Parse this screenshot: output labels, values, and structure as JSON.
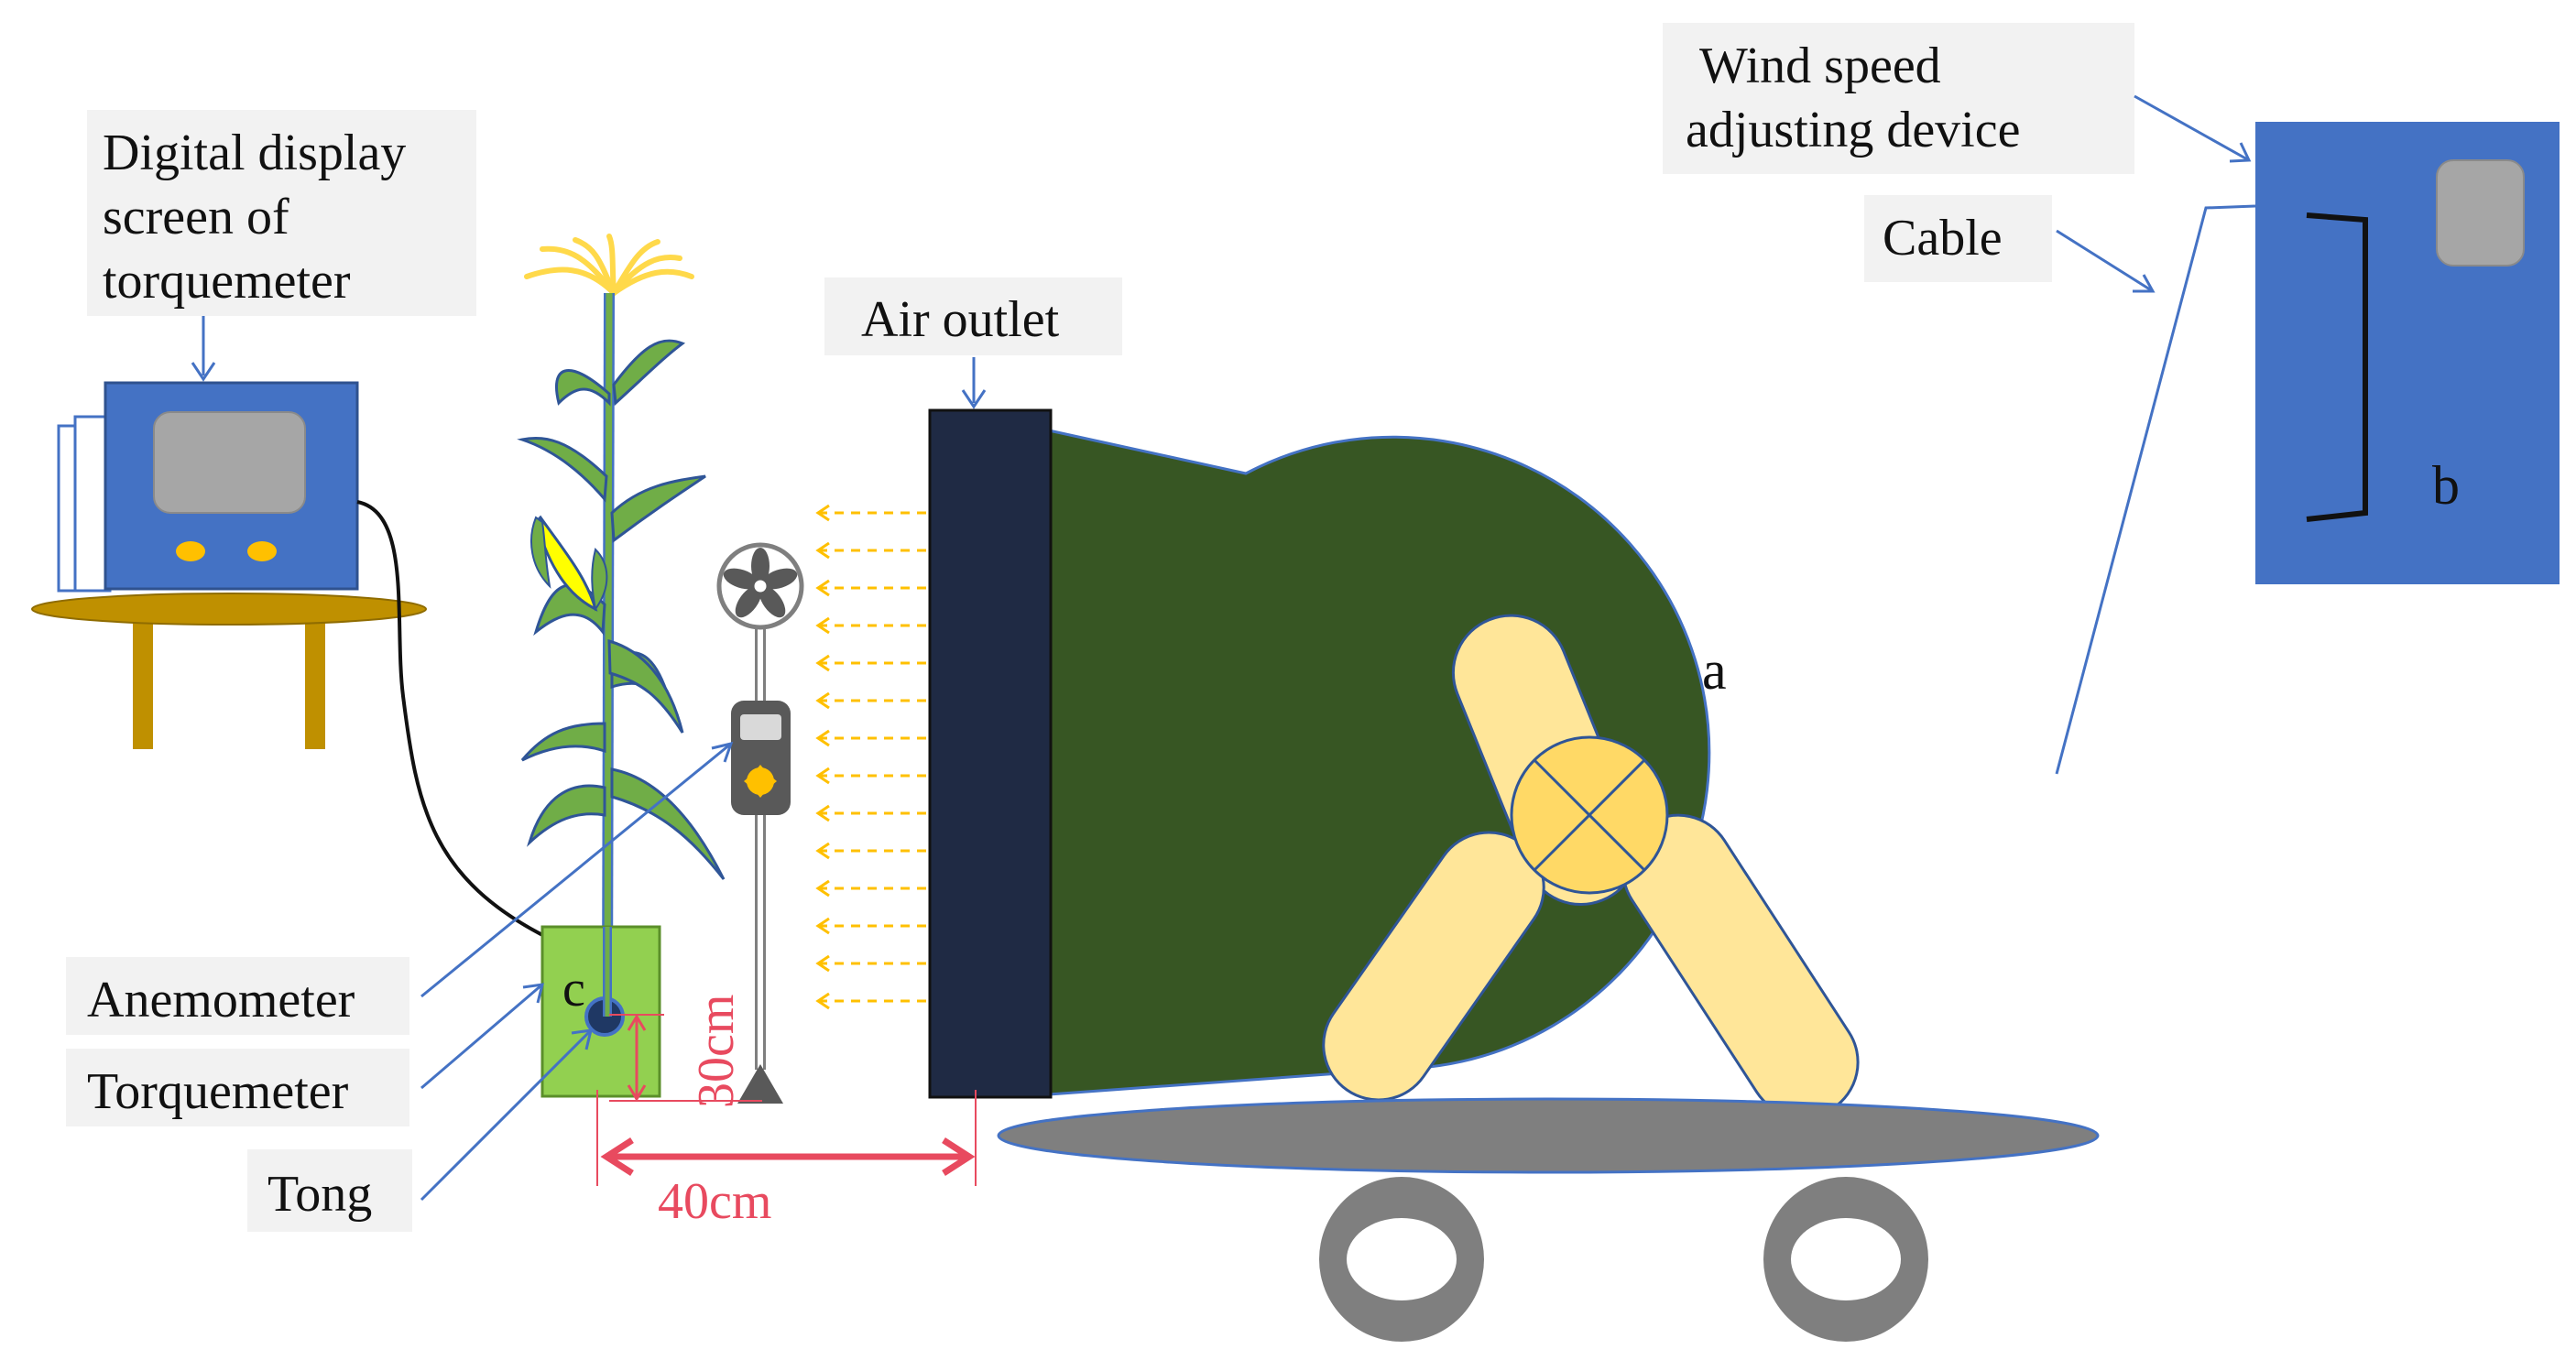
{
  "labels": {
    "display": [
      "Digital display",
      "screen of",
      "torquemeter"
    ],
    "wind_device": [
      "Wind speed",
      "adjusting device"
    ],
    "cable": "Cable",
    "air_outlet": "Air outlet",
    "anemometer": "Anemometer",
    "torquemeter": "Torquemeter",
    "tong": "Tong",
    "letter_a": "a",
    "letter_b": "b",
    "letter_c": "c",
    "dim_height": "30cm",
    "dim_distance": "40cm"
  },
  "colors": {
    "label_box": "#f2f2f2",
    "blue_device": "#4472c4",
    "screen_grey": "#a6a6a6",
    "button_yellow": "#ffc000",
    "table_gold": "#bf9000",
    "fan_body": "#375623",
    "outlet_dark": "#1f2a44",
    "blade": "#ffe699",
    "hub": "#ffd966",
    "cart_grey": "#7f7f7f",
    "pot_green": "#92d050",
    "leaf_green": "#70ad47",
    "corn_yellow": "#ffff00",
    "airflow": "#ffc000",
    "dimension_red": "#e84a5f",
    "pointer_blue": "#4472c4"
  },
  "icons": {
    "anemometer_fan": "fan-icon",
    "anemometer_readout": "handheld-meter-icon"
  }
}
